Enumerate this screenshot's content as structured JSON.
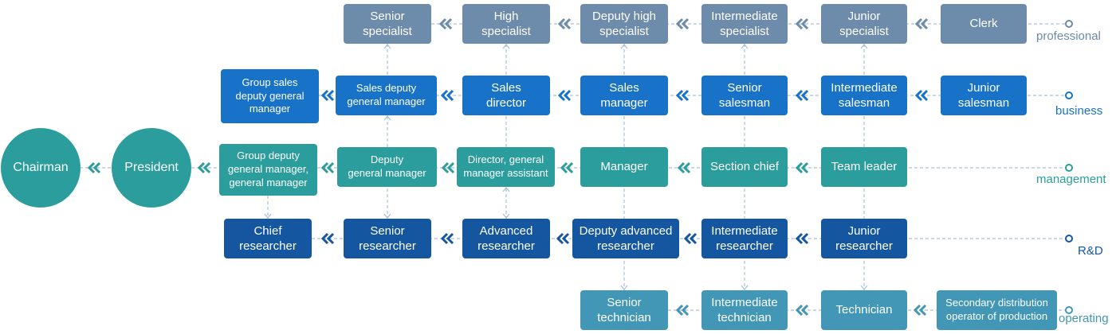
{
  "colors": {
    "professional": "#6d8cab",
    "business": "#1873c8",
    "management": "#2a9d9c",
    "rd": "#14569f",
    "operating": "#4197b5",
    "line": "#a9bfd9"
  },
  "leaders": {
    "chairman": "Chairman",
    "president": "President"
  },
  "tracks": {
    "professional": "professional",
    "business": "business",
    "management": "management",
    "rd": "R&D",
    "operating": "operating"
  },
  "rows": {
    "professional": [
      "Senior\nspecialist",
      "High\nspecialist",
      "Deputy high\nspecialist",
      "Intermediate\nspecialist",
      "Junior\nspecialist",
      "Clerk"
    ],
    "business": [
      "Group sales\ndeputy general\nmanager",
      "Sales deputy\ngeneral manager",
      "Sales\ndirector",
      "Sales\nmanager",
      "Senior\nsalesman",
      "Intermediate\nsalesman",
      "Junior\nsalesman"
    ],
    "management": [
      "Group deputy\ngeneral manager,\ngeneral manager",
      "Deputy\ngeneral manager",
      "Director, general\nmanager assistant",
      "Manager",
      "Section chief",
      "Team leader"
    ],
    "rd": [
      "Chief\nresearcher",
      "Senior\nresearcher",
      "Advanced\nresearcher",
      "Deputy advanced\nresearcher",
      "Intermediate\nresearcher",
      "Junior\nresearcher"
    ],
    "operating": [
      "Senior\ntechnician",
      "Intermediate\ntechnician",
      "Technician",
      "Secondary distribution\noperator of production"
    ]
  }
}
